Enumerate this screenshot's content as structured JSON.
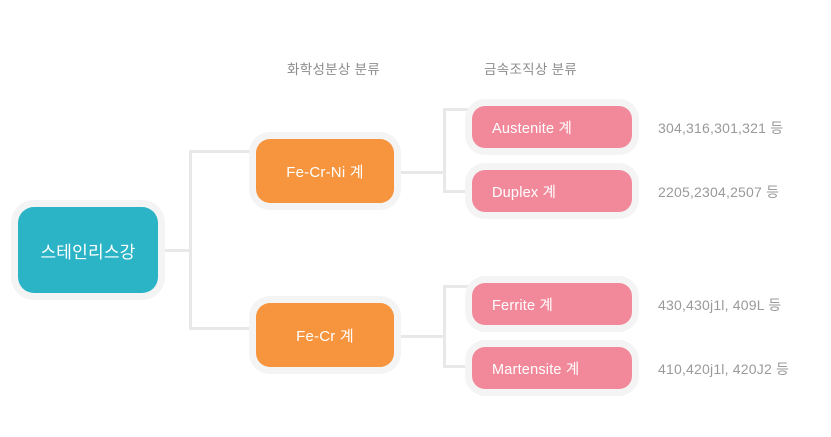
{
  "diagram": {
    "title_headers": [
      {
        "id": "chemical-composition",
        "label": "화학성분상 분류"
      },
      {
        "id": "metallic-structure",
        "label": "금속조직상 분류"
      }
    ],
    "root": {
      "id": "stainless-steel",
      "label": "스테인리스강",
      "color": "#2bb3c6"
    },
    "groups": [
      {
        "id": "fe-cr-ni",
        "label": "Fe-Cr-Ni 계",
        "color": "#f7943e"
      },
      {
        "id": "fe-cr",
        "label": "Fe-Cr 계",
        "color": "#f7943e"
      }
    ],
    "leaves": [
      {
        "id": "austenite",
        "label": "Austenite 계",
        "grades": "304,316,301,321 등",
        "color": "#f2899b"
      },
      {
        "id": "duplex",
        "label": "Duplex 계",
        "grades": "2205,2304,2507 등",
        "color": "#f2899b"
      },
      {
        "id": "ferrite",
        "label": "Ferrite 계",
        "grades": "430,430j1l, 409L 등",
        "color": "#f2899b"
      },
      {
        "id": "martensite",
        "label": "Martensite 계",
        "grades": "410,420j1l, 420J2 등",
        "color": "#f2899b"
      }
    ],
    "colors": {
      "connector": "#e8e8e8",
      "node_halo": "#f4f4f4",
      "header_text": "#8d8d8d",
      "grade_text": "#9a9a9a",
      "background": "#ffffff"
    }
  }
}
